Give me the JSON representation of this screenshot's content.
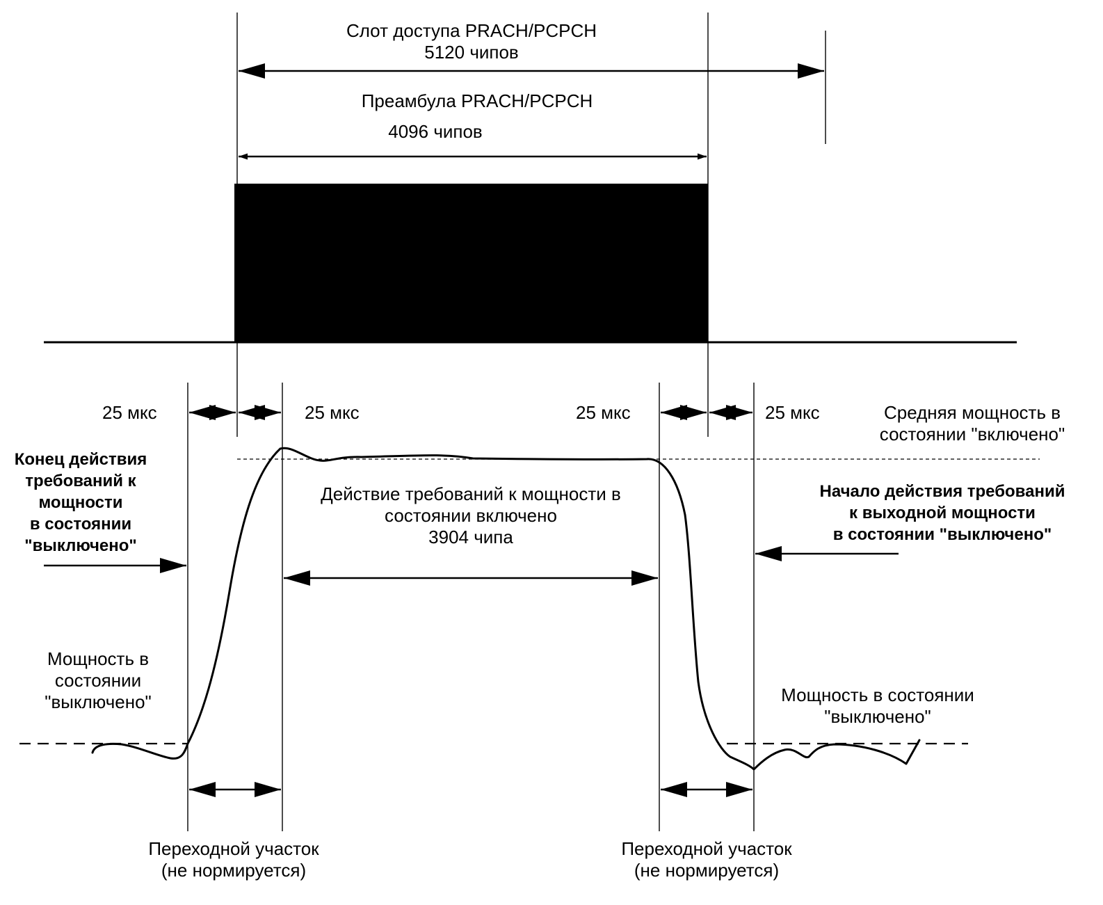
{
  "slot": {
    "title": "Слот доступа PRACH/PCPCH",
    "length": "5120 чипов"
  },
  "preamble": {
    "title": "Преамбула PRACH/PCPCH",
    "length": "4096 чипов"
  },
  "intervals": {
    "t1": "25 мкс",
    "t2": "25 мкс",
    "t3": "25 мкс",
    "t4": "25 мкс"
  },
  "avg_power": {
    "line1": "Средняя мощность в",
    "line2": "состоянии \"включено\""
  },
  "off_end": {
    "line1": "Конец  действия",
    "line2": "требований к",
    "line3": "мощности",
    "line4": "в состоянии",
    "line5": "\"выключено\""
  },
  "on_req": {
    "line1": "Действие требований к мощности  в",
    "line2": "состоянии включено",
    "line3": "3904 чипа"
  },
  "off_start": {
    "line1": "Начало действия требований",
    "line2": "к выходной мощности",
    "line3": "в  состоянии \"выключено\""
  },
  "off_power_left": {
    "line1": "Мощность в",
    "line2": "состоянии",
    "line3": "\"выключено\""
  },
  "off_power_right": {
    "line1": "Мощность в состоянии",
    "line2": "\"выключено\""
  },
  "transition_left": {
    "line1": "Переходной участок",
    "line2": "(не нормируется)"
  },
  "transition_right": {
    "line1": "Переходной участок",
    "line2": "(не нормируется)"
  },
  "colors": {
    "ink": "#000000",
    "background": "#ffffff"
  }
}
